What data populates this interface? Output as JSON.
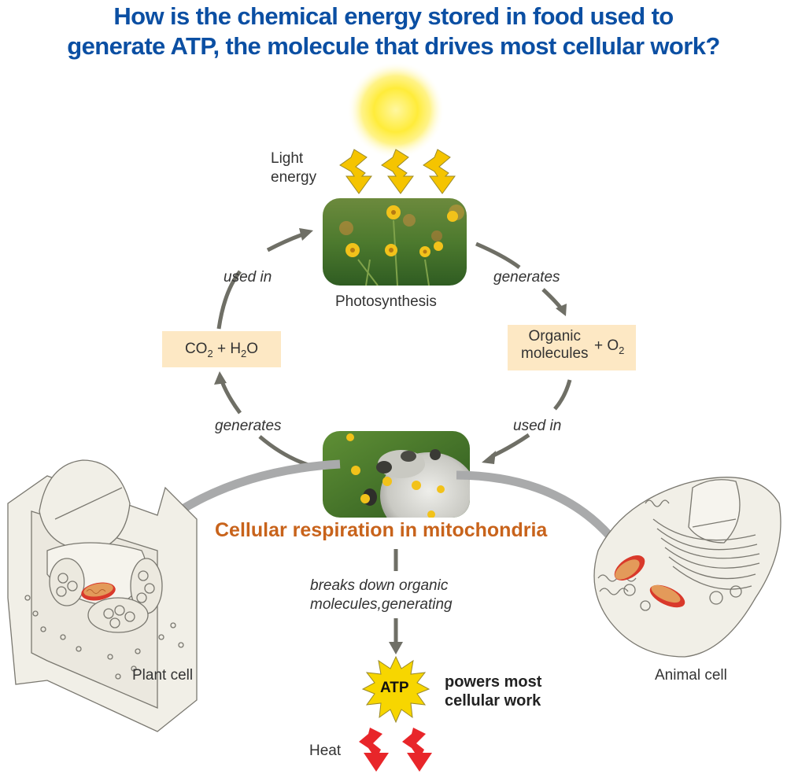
{
  "title": {
    "line1": "How is the chemical energy stored in food used to",
    "line2": "generate ATP, the molecule that drives most cellular work?"
  },
  "labels": {
    "light_energy_line1": "Light",
    "light_energy_line2": "energy",
    "photosynthesis": "Photosynthesis",
    "used_in_left": "used in",
    "generates_right": "generates",
    "generates_left": "generates",
    "used_in_right": "used in",
    "co2_h2o": {
      "co": "CO",
      "co_sub": "2",
      "plus_h": " + H",
      "h_sub": "2",
      "o": "O"
    },
    "organic": {
      "line1": "Organic",
      "line2": "molecules",
      "plus_o": "+ O",
      "o_sub": "2"
    },
    "cellular_respiration": "Cellular respiration in mitochondria",
    "breaks_down_line1": "breaks down organic",
    "breaks_down_line2": "molecules,generating",
    "atp": "ATP",
    "powers_line1": "powers most",
    "powers_line2": "cellular work",
    "heat": "Heat",
    "plant_cell": "Plant cell",
    "animal_cell": "Animal cell"
  },
  "icons": {
    "sun": "sun-icon",
    "light_bolts": [
      "lightning-bolt-icon",
      "lightning-bolt-icon",
      "lightning-bolt-icon"
    ],
    "heat_bolts": [
      "heat-bolt-icon",
      "heat-bolt-icon"
    ],
    "atp_burst": "starburst-icon"
  },
  "colors": {
    "title_blue": "#0b4fa3",
    "respiration_orange": "#c8631b",
    "box_fill": "#fde8c4",
    "arrow_gray": "#6f6f66",
    "big_arrow_gray": "#a9aaab",
    "light_bolt_yellow": "#f5c400",
    "heat_bolt_red": "#e8262a",
    "atp_yellow": "#f7d600",
    "mito_orange": "#e39a5a",
    "mito_red": "#d9392b",
    "cell_fill": "#f1efe7"
  }
}
